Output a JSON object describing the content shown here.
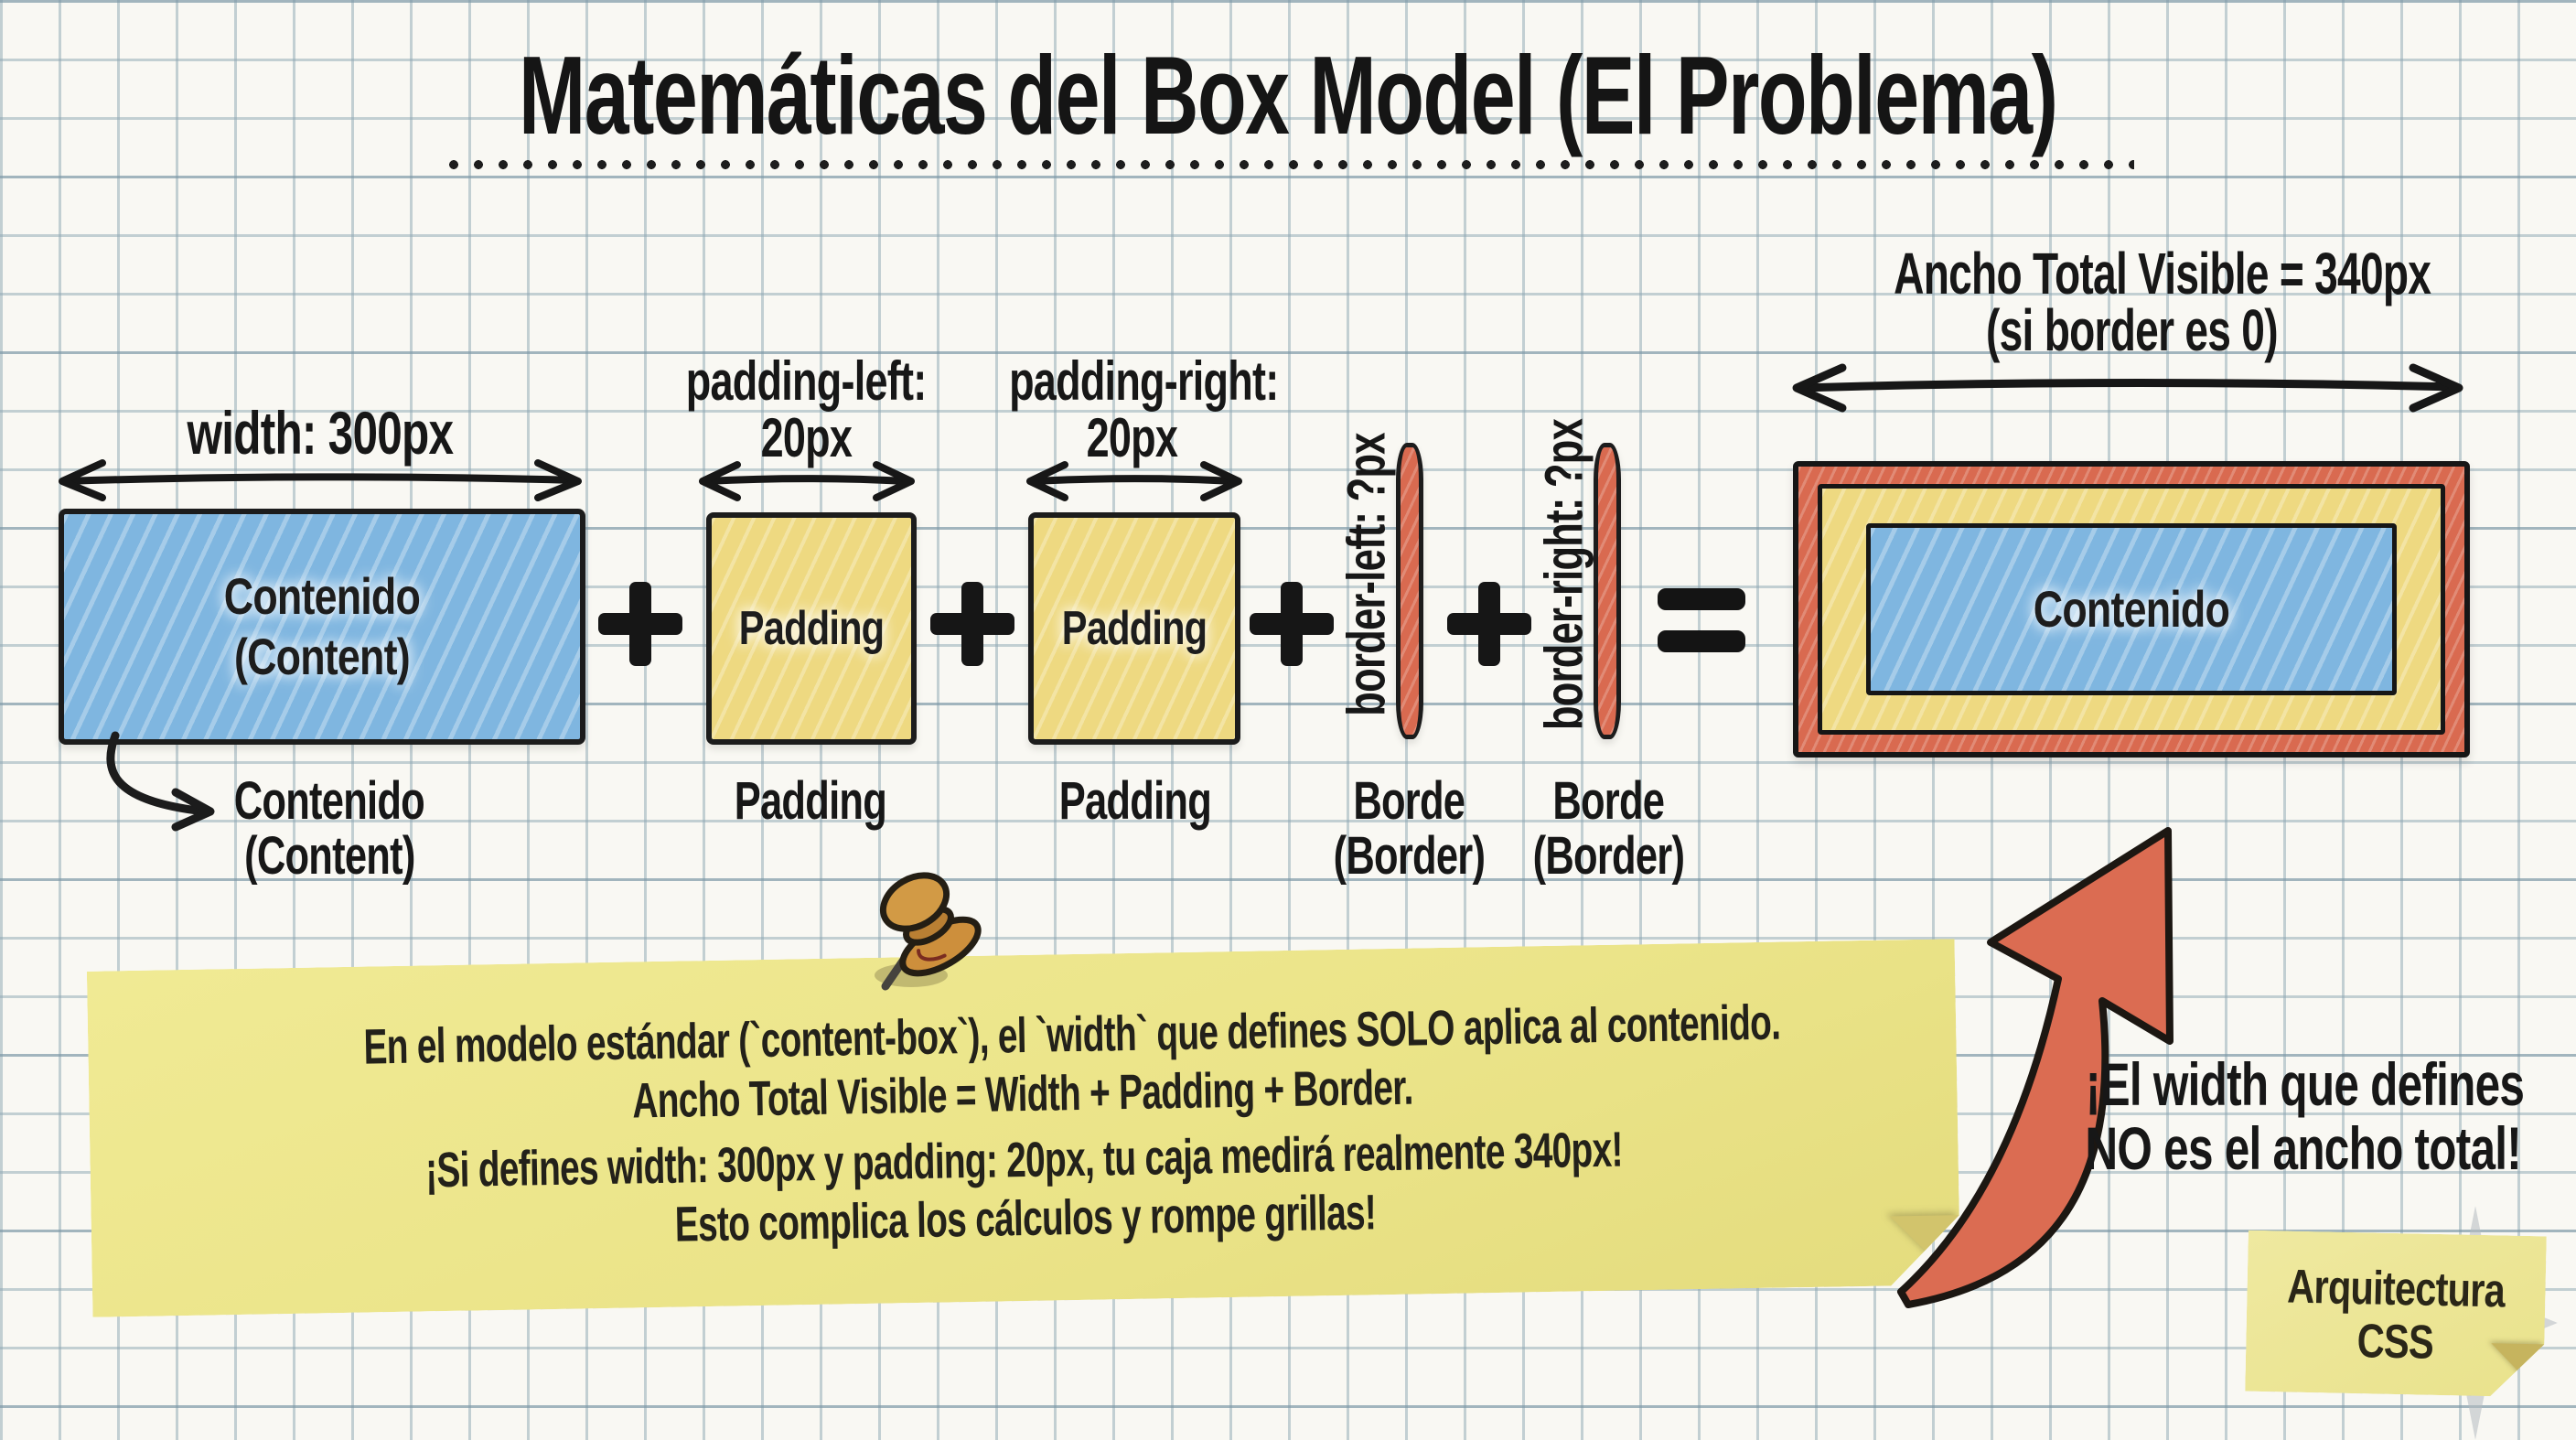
{
  "title": "Matemáticas del Box Model (El Problema)",
  "content_box": {
    "dimension_label": "width: 300px",
    "label_line1": "Contenido",
    "label_line2": "(Content)",
    "callout_line1": "Contenido",
    "callout_line2": "(Content)"
  },
  "padding_left": {
    "dimension_line1": "padding-left:",
    "dimension_line2": "20px",
    "box_label": "Padding",
    "caption": "Padding"
  },
  "padding_right": {
    "dimension_line1": "padding-right:",
    "dimension_line2": "20px",
    "box_label": "Padding",
    "caption": "Padding"
  },
  "border_left": {
    "dimension_label": "border-left: ?px",
    "caption_line1": "Borde",
    "caption_line2": "(Border)"
  },
  "border_right": {
    "dimension_label": "border-right: ?px",
    "caption_line1": "Borde",
    "caption_line2": "(Border)"
  },
  "operators": {
    "plus": "+",
    "equals": "="
  },
  "result_box": {
    "dimension_line1": "Ancho Total Visible = 340px",
    "dimension_line2": "(si border es 0)",
    "content_label": "Contenido"
  },
  "sticky_note": {
    "lines": [
      "En el modelo estándar (`content-box`), el `width` que defines SOLO aplica al contenido.",
      "Ancho Total Visible = Width + Padding + Border.",
      "¡Si defines width: 300px y padding: 20px, tu caja medirá realmente 340px!",
      "Esto complica los cálculos y rompe grillas!"
    ]
  },
  "annotation": {
    "line1": "¡El width que defines",
    "line2": "NO es el ancho total!"
  },
  "corner_note": {
    "line1": "Arquitectura",
    "line2": "CSS"
  },
  "colors": {
    "content_blue": "#7fb6e0",
    "padding_yellow": "#eed981",
    "border_red": "#d96a50",
    "note_yellow": "#ebe489",
    "ink": "#1b1b1b",
    "grid_line": "#9db4bf"
  }
}
